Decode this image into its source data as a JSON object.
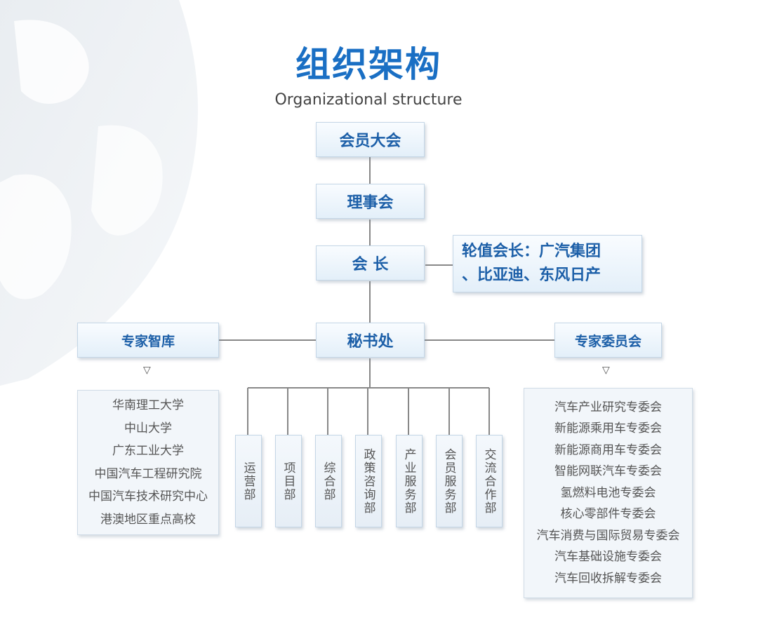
{
  "title": "组织架构",
  "subtitle": "Organizational structure",
  "nodes": {
    "assembly": "会员大会",
    "council": "理事会",
    "president": "会 长",
    "rotating_chair_line1": "轮值会长：广汽集团",
    "rotating_chair_line2": "、比亚迪、东风日产",
    "secretariat": "秘书处",
    "think_tank": "专家智库",
    "expert_committee": "专家委员会"
  },
  "departments": [
    "运营部",
    "项目部",
    "综合部",
    "政策咨询部",
    "产业服务部",
    "会员服务部",
    "交流合作部"
  ],
  "think_tank_members": [
    "华南理工大学",
    "中山大学",
    "广东工业大学",
    "中国汽车工程研究院",
    "中国汽车技术研究中心",
    "港澳地区重点高校"
  ],
  "expert_committees": [
    "汽车产业研究专委会",
    "新能源乘用车专委会",
    "新能源商用车专委会",
    "智能网联汽车专委会",
    "氢燃料电池专委会",
    "核心零部件专委会",
    "汽车消费与国际贸易专委会",
    "汽车基础设施专委会",
    "汽车回收拆解专委会"
  ],
  "arrow_glyph": "▽",
  "colors": {
    "title": "#1a6fc4",
    "node_text": "#1c5fa8",
    "line": "#888888"
  }
}
